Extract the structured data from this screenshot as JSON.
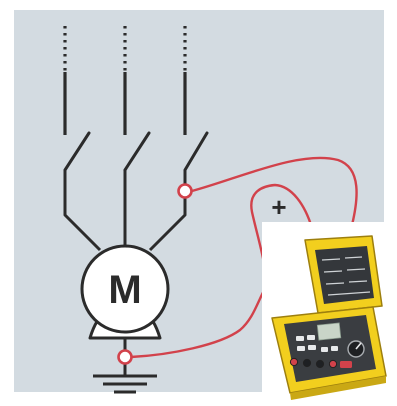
{
  "diagram": {
    "motor_label": "M",
    "polarity_label": "+"
  },
  "colors": {
    "background_panel": "#d3dbe1",
    "wire": "#2b2b2b",
    "test_lead": "#d2424b",
    "instrument_case": "#f2cf1e",
    "instrument_screen": "#34373b"
  },
  "icons": [
    "motor-symbol",
    "ground-symbol",
    "switch-symbol",
    "test-clip",
    "insulation-tester"
  ]
}
